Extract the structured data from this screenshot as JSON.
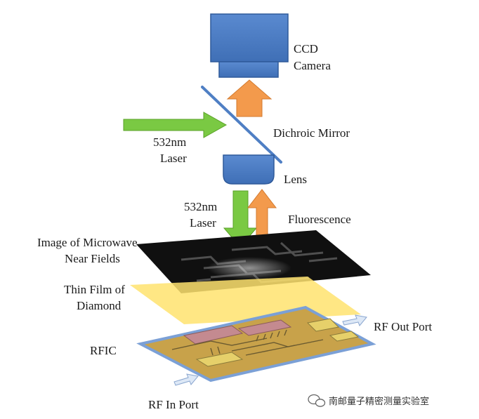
{
  "labels": {
    "ccd_line1": "CCD",
    "ccd_line2": "Camera",
    "laser_top_line1": "532nm",
    "laser_top_line2": "Laser",
    "dichroic": "Dichroic Mirror",
    "lens": "Lens",
    "laser_mid_line1": "532nm",
    "laser_mid_line2": "Laser",
    "fluorescence": "Fluorescence",
    "image_line1": "Image of Microwave",
    "image_line2": "Near Fields",
    "film_line1": "Thin Film of",
    "film_line2": "Diamond",
    "rfic": "RFIC",
    "rf_out": "RF Out Port",
    "rf_in": "RF In Port"
  },
  "watermark": {
    "text": "南邮量子精密测量实验室",
    "icon": "wechat-icon"
  },
  "colors": {
    "optics_blue": "#4f7fc4",
    "optics_blue_dark": "#2f5a9a",
    "laser_green": "#7ac943",
    "fluorescence_orange": "#f39a4c",
    "diamond_yellow": "#ffe36e",
    "image_black": "#101010",
    "rfic_border": "#7ba0d6",
    "rfic_board": "#c8a24a",
    "port_arrow": "#dde8f6"
  }
}
